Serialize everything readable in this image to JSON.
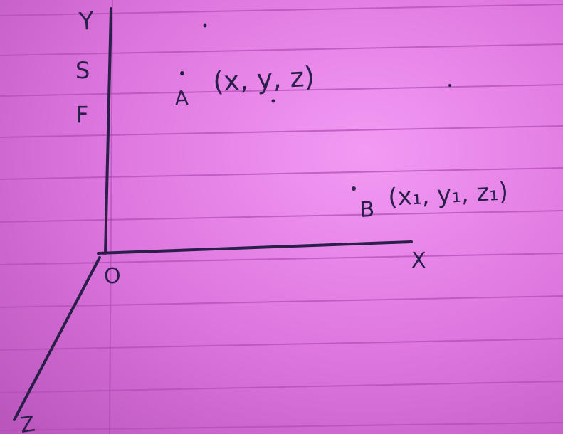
{
  "axes": {
    "y_label": "Y",
    "x_label": "X",
    "z_label": "Z",
    "origin_label": "O",
    "side_labels": [
      "S",
      "F"
    ]
  },
  "points": [
    {
      "name": "A",
      "coords": "(x, y, z)"
    },
    {
      "name": "B",
      "coords": "(x₁, y₁, z₁)"
    }
  ],
  "colors": {
    "paper": "#d56ad6",
    "paper_light": "#ee8cf0",
    "rule_line": "#b44fb8",
    "margin_line": "#a246a6",
    "ink": "#2a1f4a"
  }
}
